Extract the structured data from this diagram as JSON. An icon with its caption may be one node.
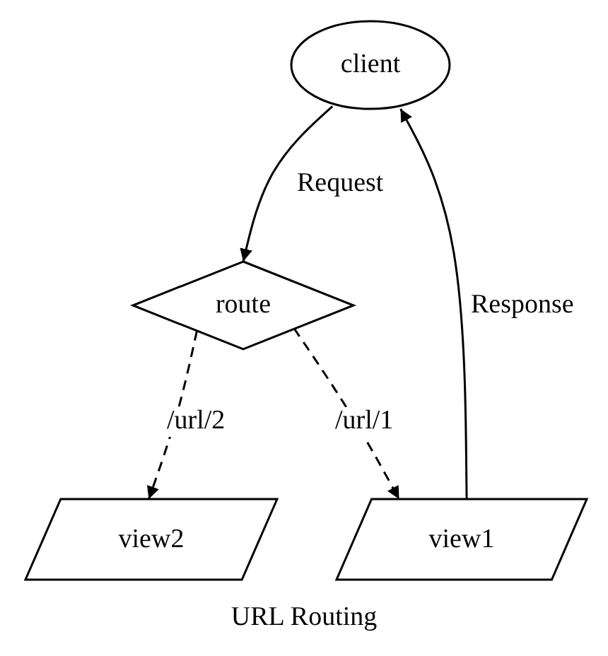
{
  "diagram": {
    "caption": "URL Routing",
    "nodes": [
      {
        "text": [
          "client"
        ]
      },
      {
        "text": [
          "route"
        ]
      },
      {
        "text": [
          "view2"
        ]
      },
      {
        "text": [
          "view1"
        ]
      }
    ],
    "edges": [
      {
        "from": 0,
        "to": 1,
        "arrow": "to",
        "label": "Request"
      },
      {
        "from": 1,
        "to": 2,
        "arrow": "to",
        "label": "/url/2",
        "style": "dashed"
      },
      {
        "from": 1,
        "to": 3,
        "arrow": "to",
        "label": "/url/1",
        "style": "dashed"
      },
      {
        "from": 3,
        "to": 0,
        "arrow": "to",
        "label": "Response"
      }
    ]
  }
}
